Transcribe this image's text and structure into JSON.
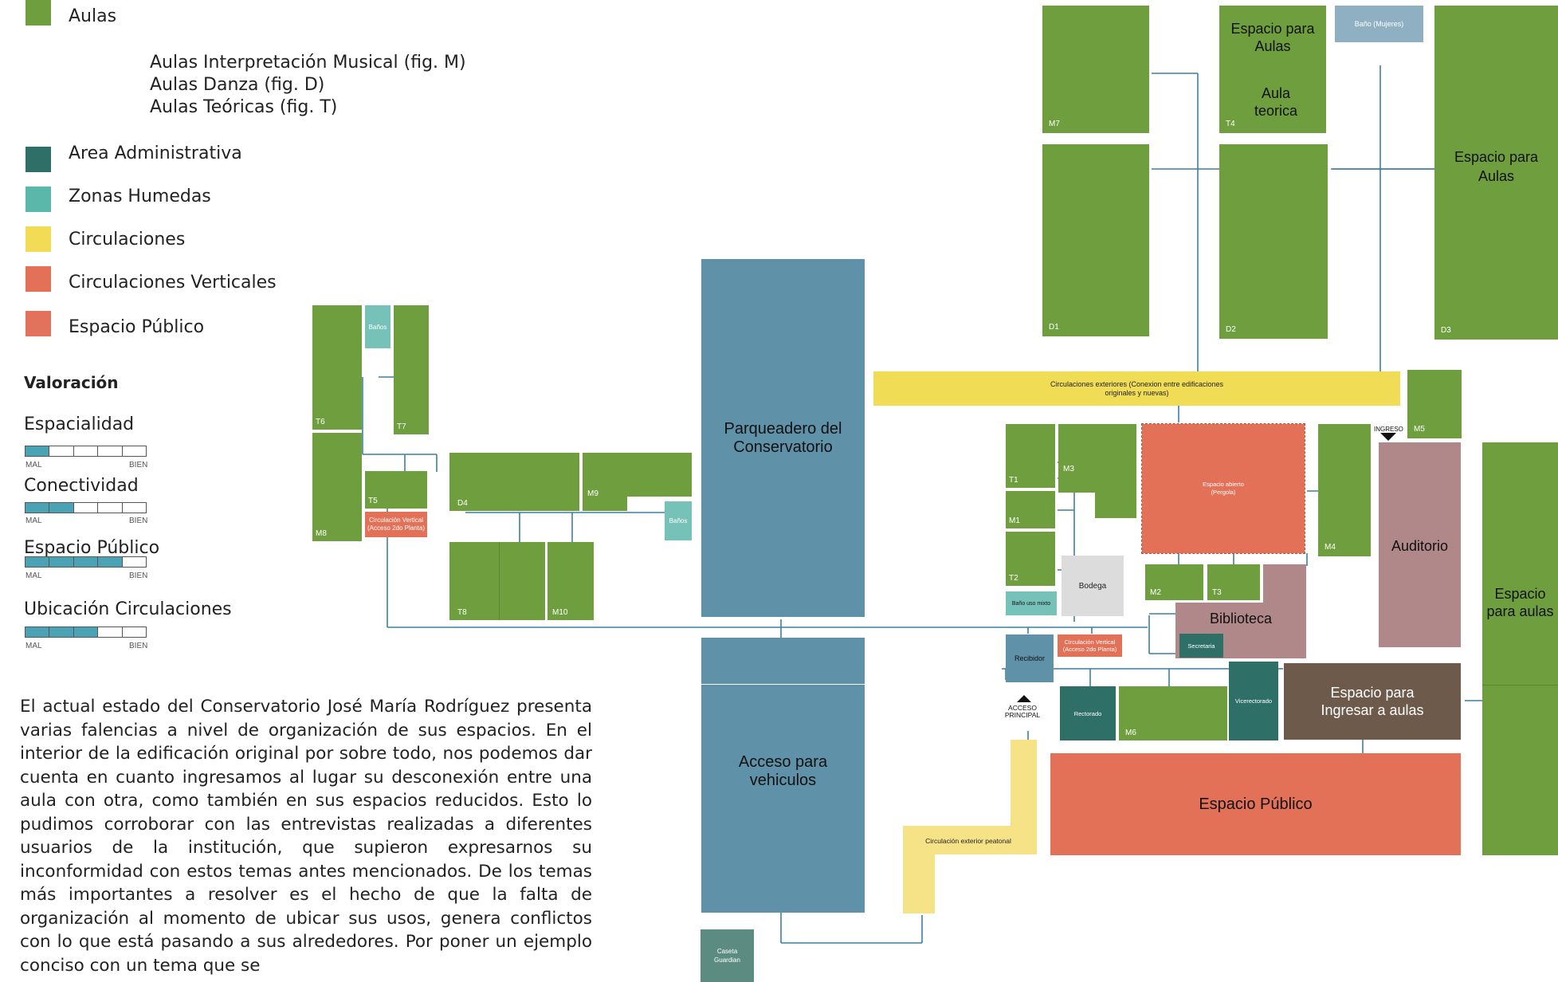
{
  "legend": {
    "items": [
      {
        "label": "Aulas",
        "color": "#6f9e3f"
      },
      {
        "label": "Area Administrativa",
        "color": "#2e6f68"
      },
      {
        "label": "Zonas Humedas",
        "color": "#5bb7aa"
      },
      {
        "label": "Circulaciones",
        "color": "#f3dc55"
      },
      {
        "label": "Circulaciones Verticales",
        "color": "#e27158"
      },
      {
        "label": "Espacio Público",
        "color": "#e2725c"
      }
    ],
    "aulas_sub": [
      "Aulas Interpretación Musical   (fig. M)",
      "Aulas Danza (fig. D)",
      "Aulas Teóricas (fig. T)"
    ]
  },
  "valoracion": {
    "title": "Valoración",
    "min_label": "MAL",
    "max_label": "BIEN",
    "items": [
      {
        "label": "Espacialidad",
        "score": 1
      },
      {
        "label": "Conectividad",
        "score": 2
      },
      {
        "label": "Espacio Público",
        "score": 4
      },
      {
        "label": "Ubicación Circulaciones",
        "score": 3
      }
    ]
  },
  "paragraph": "El actual estado del Conservatorio José María Rodríguez presenta varias falencias a nivel de organización de sus espacios. En el interior de la edificación original por sobre todo, nos podemos dar cuenta en cuanto ingresamos al lugar su desconexión entre una aula con otra, como también en sus espacios reducidos. Esto lo pudimos corroborar con las entrevistas realizadas a diferentes usuarios de la institución, que supieron expresarnos su inconformidad con estos temas antes mencionados. De los temas más importantes a resolver es el hecho de que la falta de organización al momento de ubicar sus usos, genera conflictos con lo que está pasando a sus alrededores. Por poner un ejemplo conciso con un tema que se",
  "plan": {
    "rooms": {
      "t6": "T6",
      "t7": "T7",
      "banos_top": "Baños",
      "t5": "T5",
      "m8": "M8",
      "circ_vert_left": "Circulación Vertical (Acceso 2do Planta)",
      "d4": "D4",
      "m9": "M9",
      "banos_right": "Baños",
      "t8": "T8",
      "m10": "M10",
      "parqueadero": "Parqueadero del Conservatorio",
      "acceso_vehiculos": "Acceso para vehiculos",
      "caseta": "Caseta Guardian",
      "circ_ext_peatonal": "Circulación exterior peatonal",
      "acceso_principal": "ACCESO PRINCIPAL",
      "m7": "M7",
      "d1": "D1",
      "esp_aulas_1": "Espacio para Aulas",
      "aula_teorica": "Aula teorica",
      "t4": "T4",
      "d2": "D2",
      "bano_mujeres": "Baño (Mujeres)",
      "esp_aulas_2": "Espacio para Aulas",
      "d3": "D3",
      "circ_ext": "Circulaciones exteriores (Conexion entre edificaciones originales y nuevas)",
      "m5": "M5",
      "ingreso": "INGRESO",
      "t1": "T1",
      "m3": "M3",
      "m1": "M1",
      "t2": "T2",
      "espacio_abierto": "Espacio abierto (Pergola)",
      "m4": "M4",
      "auditorio": "Auditorio",
      "bodega": "Bodega",
      "bano_mixto": "Baño uso mixto",
      "m2": "M2",
      "t3": "T3",
      "biblioteca": "Biblioteca",
      "secretaria": "Secretaria",
      "recibidor": "Recibidor",
      "circ_vert_right": "Circulación Vertical (Acceso 2do Planta)",
      "rectorado": "Rectorado",
      "m6": "M6",
      "vicerrectorado": "Vicerectorado",
      "esp_ingresar": "Espacio para Ingresar a aulas",
      "espacio_publico": "Espacio Público",
      "esp_aulas_right": "Espacio para aulas"
    }
  }
}
